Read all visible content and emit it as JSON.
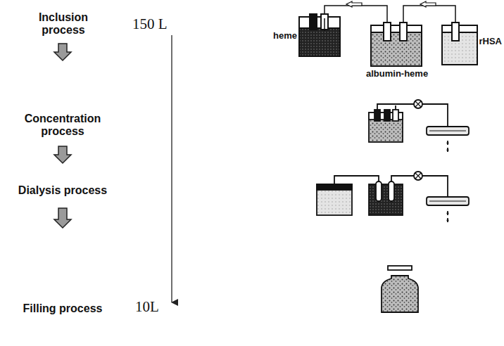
{
  "diagram": {
    "labels": [
      "Inclusion process",
      "150 L",
      "heme",
      "albumin-heme",
      "rHSA",
      "Concentration process",
      "Dialysis process",
      "Filling process",
      "10L"
    ]
  }
}
